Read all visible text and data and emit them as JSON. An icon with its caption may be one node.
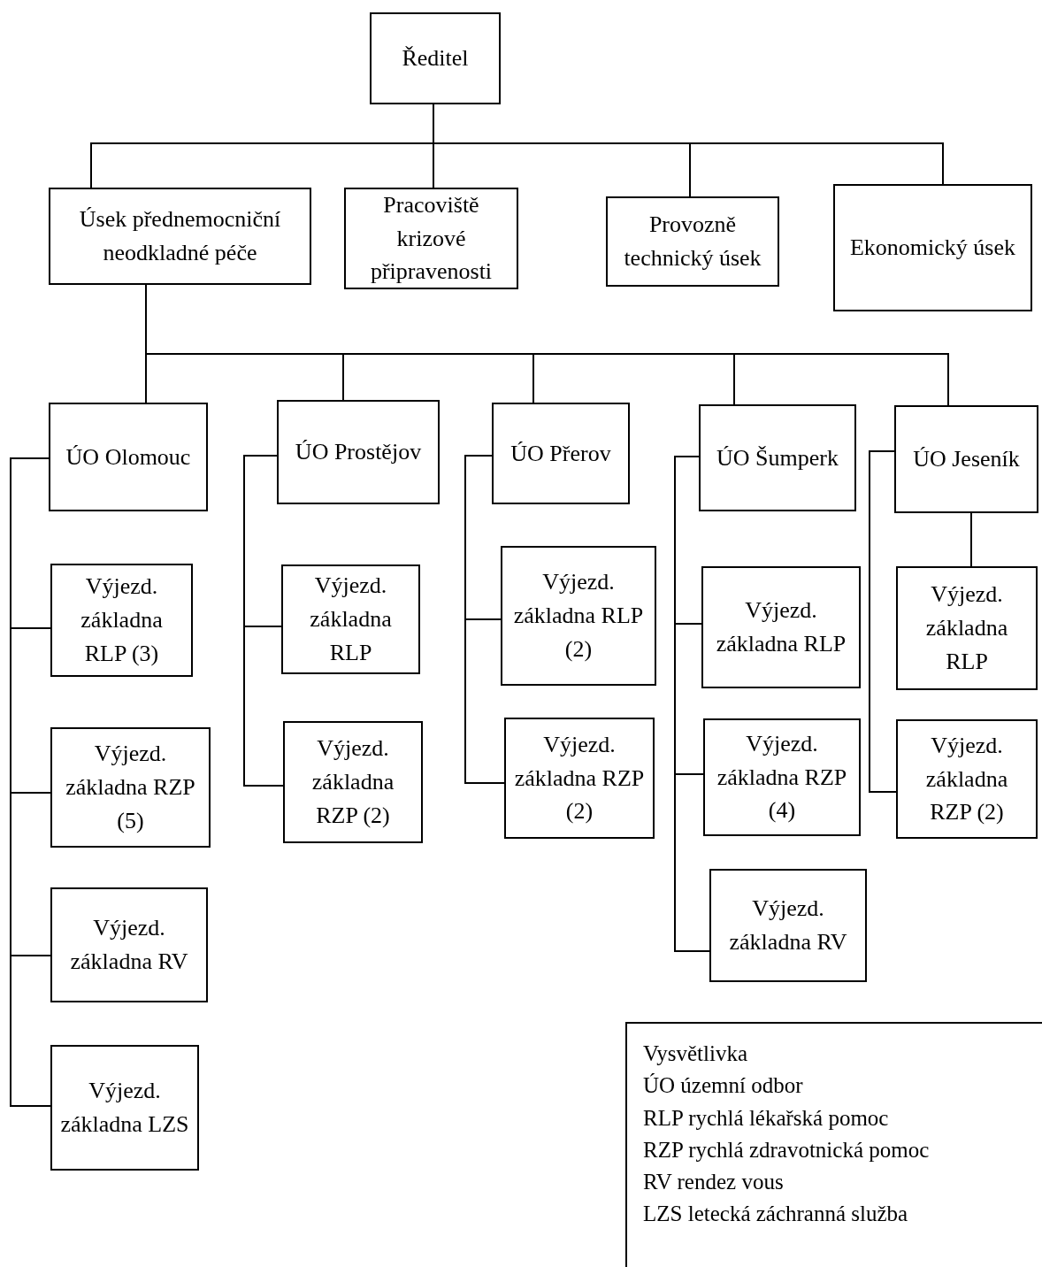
{
  "diagram": {
    "nodes": [
      {
        "text": [
          "Ředitel"
        ]
      },
      {
        "text": [
          "Úsek přednemocniční neodkladné péče"
        ]
      },
      {
        "text": [
          "Pracoviště krizové připravenosti"
        ]
      },
      {
        "text": [
          "Provozně technický úsek"
        ]
      },
      {
        "text": [
          "Ekonomický úsek"
        ]
      },
      {
        "text": [
          "ÚO Olomouc"
        ]
      },
      {
        "text": [
          "ÚO Prostějov"
        ]
      },
      {
        "text": [
          "ÚO Přerov"
        ]
      },
      {
        "text": [
          "ÚO Šumperk"
        ]
      },
      {
        "text": [
          "ÚO Jeseník"
        ]
      },
      {
        "text": [
          "Výjezd. základna RLP (3)"
        ]
      },
      {
        "text": [
          "Výjezd. základna RZP (5)"
        ]
      },
      {
        "text": [
          "Výjezd. základna RV"
        ]
      },
      {
        "text": [
          "Výjezd. základna LZS"
        ]
      },
      {
        "text": [
          "Výjezd. základna RLP"
        ]
      },
      {
        "text": [
          "Výjezd. základna RZP (2)"
        ]
      },
      {
        "text": [
          "Výjezd. základna RLP (2)"
        ]
      },
      {
        "text": [
          "Výjezd. základna RZP (2)"
        ]
      },
      {
        "text": [
          "Výjezd. základna RLP"
        ]
      },
      {
        "text": [
          "Výjezd. základna RZP (4)"
        ]
      },
      {
        "text": [
          "Výjezd. základna RV"
        ]
      },
      {
        "text": [
          "Výjezd. základna RLP"
        ]
      },
      {
        "text": [
          "Výjezd. základna RZP (2)"
        ]
      },
      {
        "text": [
          "Vysvětlivka",
          "ÚO územní odbor",
          "RLP rychlá lékařská pomoc",
          "RZP rychlá zdravotnická pomoc",
          "RV rendez vous",
          "LZS letecká záchranná služba"
        ]
      }
    ],
    "edges": [
      {
        "from": 0,
        "to": 1,
        "arrow": "none"
      },
      {
        "from": 0,
        "to": 2,
        "arrow": "none"
      },
      {
        "from": 0,
        "to": 3,
        "arrow": "none"
      },
      {
        "from": 0,
        "to": 4,
        "arrow": "none"
      },
      {
        "from": 1,
        "to": 5,
        "arrow": "none"
      },
      {
        "from": 1,
        "to": 6,
        "arrow": "none"
      },
      {
        "from": 1,
        "to": 7,
        "arrow": "none"
      },
      {
        "from": 1,
        "to": 8,
        "arrow": "none"
      },
      {
        "from": 1,
        "to": 9,
        "arrow": "none"
      },
      {
        "from": 5,
        "to": 10,
        "arrow": "none"
      },
      {
        "from": 5,
        "to": 11,
        "arrow": "none"
      },
      {
        "from": 5,
        "to": 12,
        "arrow": "none"
      },
      {
        "from": 5,
        "to": 13,
        "arrow": "none"
      },
      {
        "from": 6,
        "to": 14,
        "arrow": "none"
      },
      {
        "from": 6,
        "to": 15,
        "arrow": "none"
      },
      {
        "from": 7,
        "to": 16,
        "arrow": "none"
      },
      {
        "from": 7,
        "to": 17,
        "arrow": "none"
      },
      {
        "from": 8,
        "to": 18,
        "arrow": "none"
      },
      {
        "from": 8,
        "to": 19,
        "arrow": "none"
      },
      {
        "from": 8,
        "to": 20,
        "arrow": "none"
      },
      {
        "from": 9,
        "to": 21,
        "arrow": "none"
      },
      {
        "from": 9,
        "to": 22,
        "arrow": "none"
      }
    ]
  }
}
